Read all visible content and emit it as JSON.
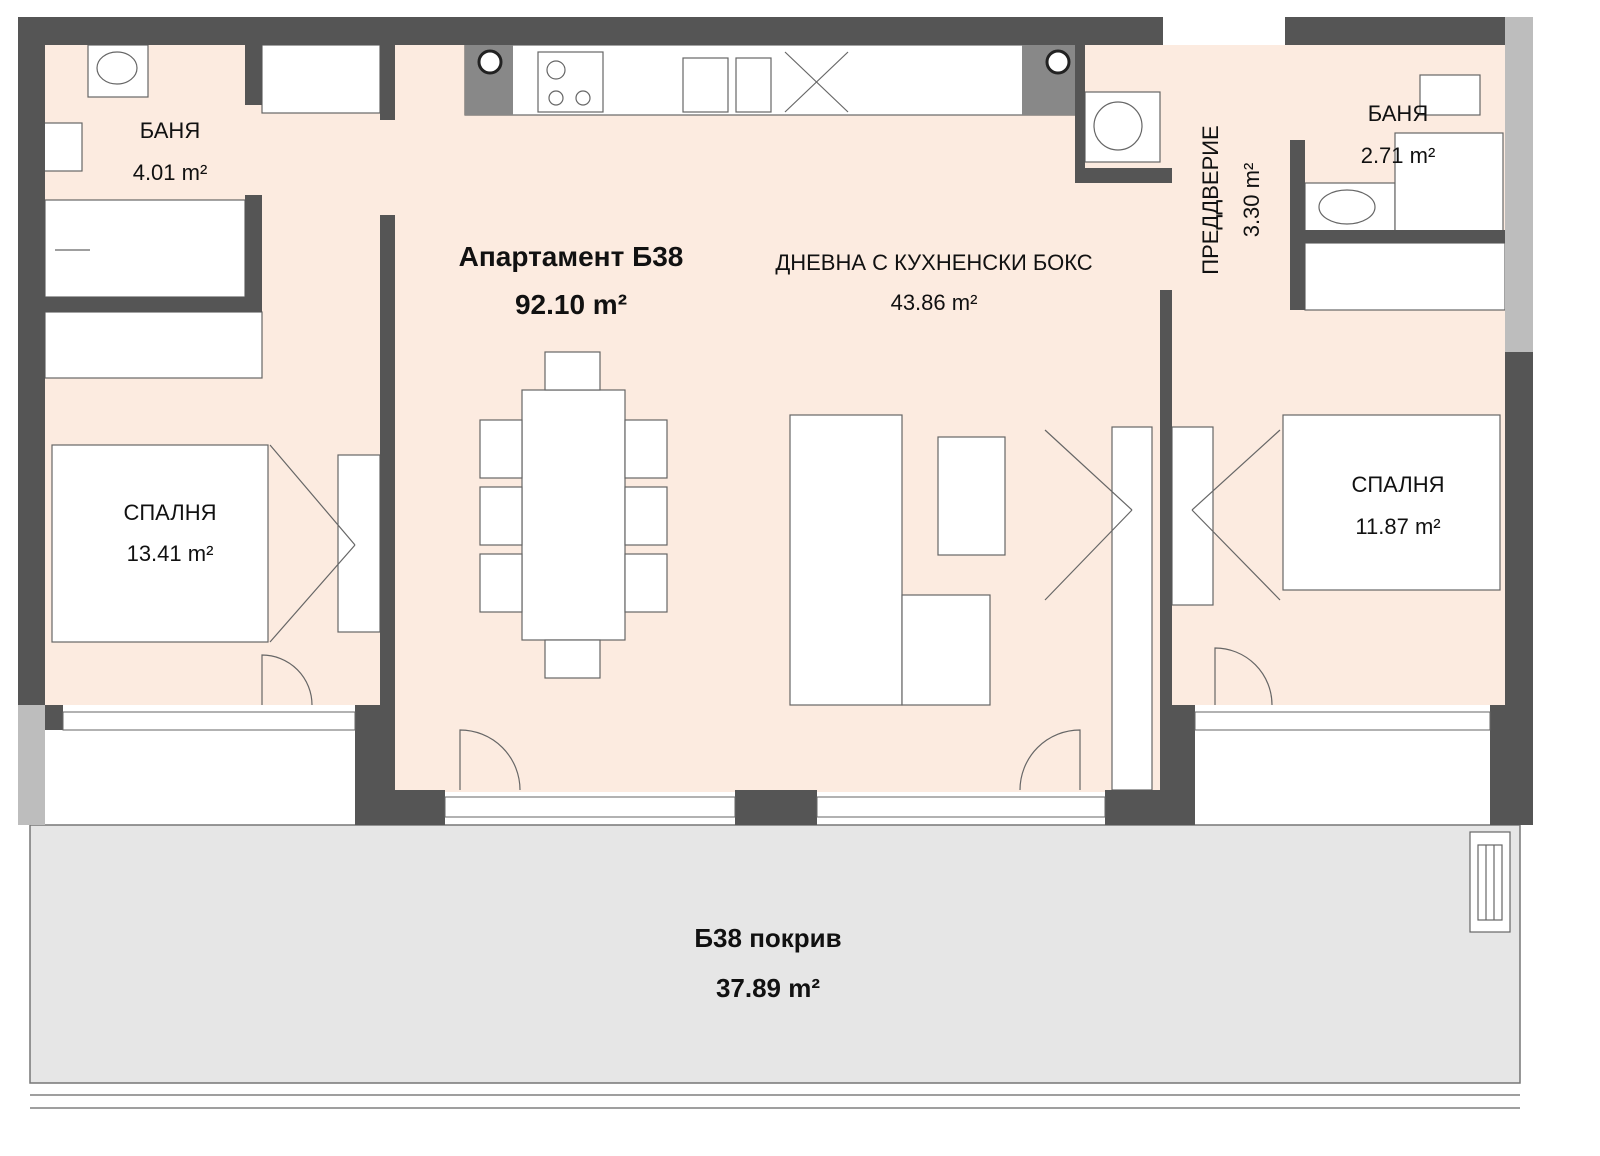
{
  "plan": {
    "apartment_title": "Апартамент Б38",
    "apartment_area": "92.10 m²",
    "colors": {
      "floor": "#fcebe0",
      "wall": "#555555",
      "roof": "#e6e6e6"
    },
    "rooms": {
      "bath_left": {
        "name": "БАНЯ",
        "area": "4.01 m²"
      },
      "bedroom_left": {
        "name": "СПАЛНЯ",
        "area": "13.41 m²"
      },
      "living": {
        "name": "ДНЕВНА С КУХНЕНСКИ БОКС",
        "area": "43.86 m²"
      },
      "hall": {
        "name": "ПРЕДДВЕРИЕ",
        "area": "3.30 m²"
      },
      "bath_right": {
        "name": "БАНЯ",
        "area": "2.71 m²"
      },
      "bedroom_right": {
        "name": "СПАЛНЯ",
        "area": "11.87 m²"
      },
      "roof": {
        "name": "Б38 покрив",
        "area": "37.89 m²"
      }
    }
  }
}
